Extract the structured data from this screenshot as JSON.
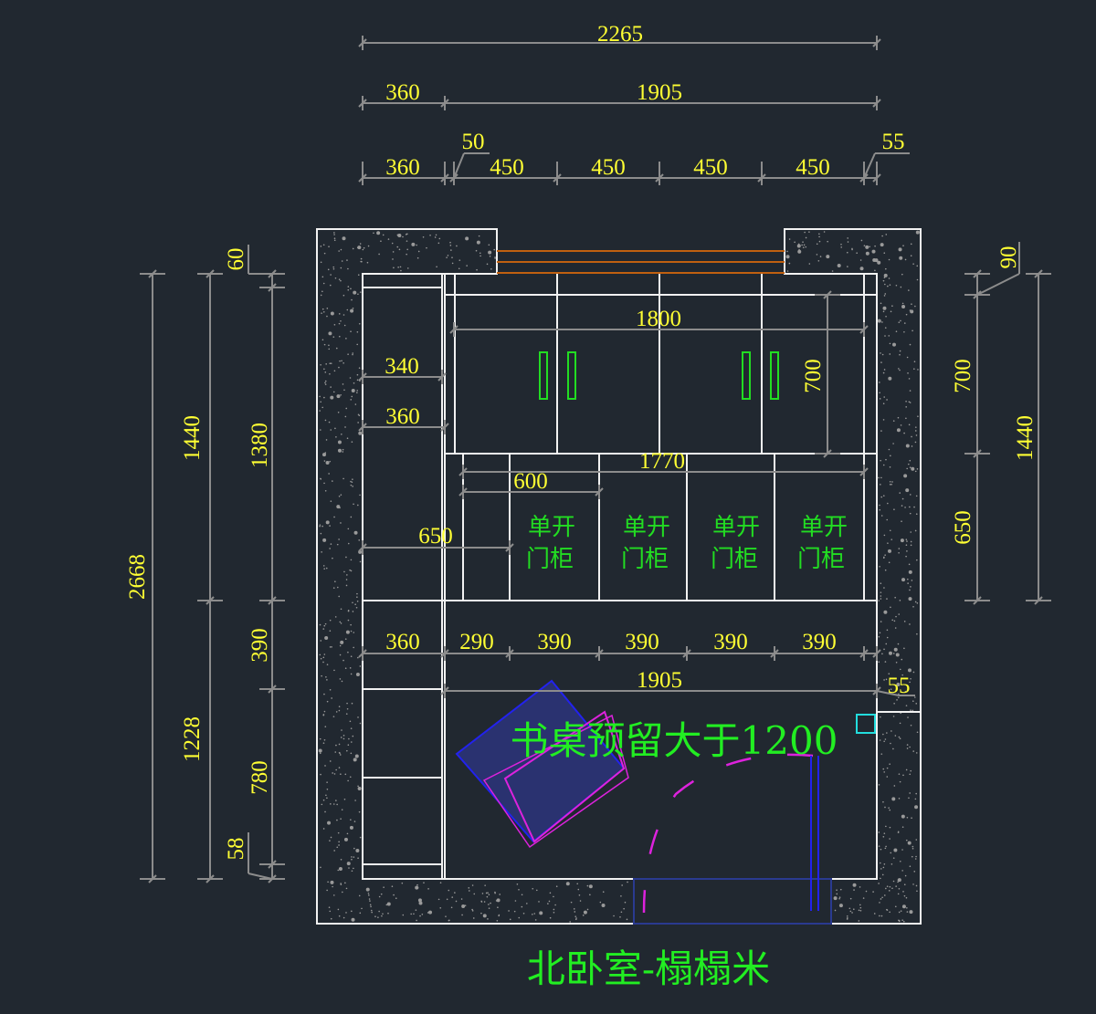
{
  "title": "北卧室-榻榻米",
  "desk_note": "书桌预留大于1200",
  "cabinet_labels": [
    {
      "line1": "单开",
      "line2": "门柜"
    },
    {
      "line1": "单开",
      "line2": "门柜"
    },
    {
      "line1": "单开",
      "line2": "门柜"
    },
    {
      "line1": "单开",
      "line2": "门柜"
    }
  ],
  "dims": {
    "top_total": "2265",
    "top_row2": [
      "360",
      "1905"
    ],
    "top_row3": [
      "360",
      "50",
      "450",
      "450",
      "450",
      "450",
      "55"
    ],
    "upper_width": "1800",
    "upper_height": "700",
    "lower_width": "1770",
    "lower_600": "600",
    "lower_650": "650",
    "left_340": "340",
    "left_360": "360",
    "bottom_row": [
      "360",
      "290",
      "390",
      "390",
      "390",
      "390"
    ],
    "bottom_total": "1905",
    "bottom_55": "55",
    "left_vertical": [
      "2668",
      "1440",
      "1228",
      "60",
      "1380",
      "390",
      "780",
      "58"
    ],
    "right_vertical": [
      "90",
      "700",
      "650",
      "1440"
    ]
  },
  "colors": {
    "background": "#212830",
    "dimension_text": "#ffff33",
    "label_text": "#22dd22",
    "wall": "#f2f2f2",
    "window": "#c06010"
  }
}
